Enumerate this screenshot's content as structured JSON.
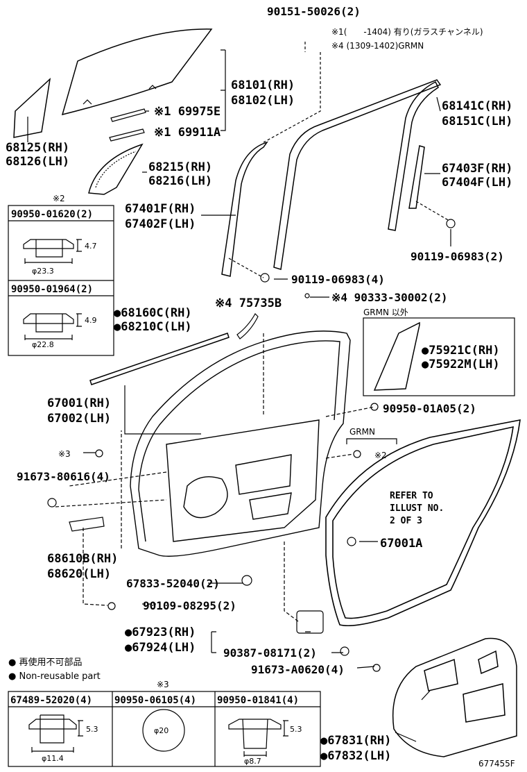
{
  "figure_code": "677455F",
  "notes": {
    "note1": "※1(　　-1404) 有り(ガラスチャンネル)",
    "note4": "※4 (1309-1402)GRMN"
  },
  "legend": {
    "jp": "● 再使用不可部品",
    "en": "● Non-reusable part"
  },
  "parts": {
    "p90151": "90151-50026(2)",
    "p68101": "68101(RH)",
    "p68102": "68102(LH)",
    "p69975": "※1 69975E",
    "p69911": "※1 69911A",
    "p68125": "68125(RH)",
    "p68126": "68126(LH)",
    "p68215": "68215(RH)",
    "p68216": "68216(LH)",
    "p68141": "68141C(RH)",
    "p68151": "68151C(LH)",
    "p67403": "67403F(RH)",
    "p67404": "67404F(LH)",
    "p67401": "67401F(RH)",
    "p67402": "67402F(LH)",
    "p90119a": "90119-06983(2)",
    "p90119b": "90119-06983(4)",
    "p68160": "●68160C(RH)",
    "p68210": "●68210C(LH)",
    "p75735": "※4 75735B",
    "p90333": "※4 90333-30002(2)",
    "grmn_exc": "GRMN 以外",
    "p75921": "●75921C(RH)",
    "p75922": "●75922M(LH)",
    "p67001": "67001(RH)",
    "p67002": "67002(LH)",
    "p90950a05": "90950-01A05(2)",
    "grmn": "GRMN",
    "note3_ptr": "※3",
    "note2_ptr": "※2",
    "p91673": "91673-80616(4)",
    "refer1": "REFER TO",
    "refer2": "ILLUST NO.",
    "refer3": "2 OF 3",
    "p67001A": "67001A",
    "p68610": "68610B(RH)",
    "p68620": "68620(LH)",
    "p67833": "67833-52040(2)",
    "p90109": "90109-08295(2)",
    "p67923": "●67923(RH)",
    "p67924": "●67924(LH)",
    "p90387": "90387-08171(2)",
    "p91673b": "91673-A0620(4)",
    "p67831": "●67831(RH)",
    "p67832": "●67832(LH)"
  },
  "box_top": {
    "tag": "※2",
    "a_title": "90950-01620(2)",
    "a_h": "4.7",
    "a_d": "φ23.3",
    "b_title": "90950-01964(2)",
    "b_h": "4.9",
    "b_d": "φ22.8"
  },
  "box_bottom": {
    "tag": "※3",
    "a_title": "67489-52020(4)",
    "a_h": "5.3",
    "a_d": "φ11.4",
    "b_title": "90950-06105(4)",
    "b_d": "φ20",
    "c_title": "90950-01841(4)",
    "c_h": "5.3",
    "c_d": "φ8.7"
  }
}
